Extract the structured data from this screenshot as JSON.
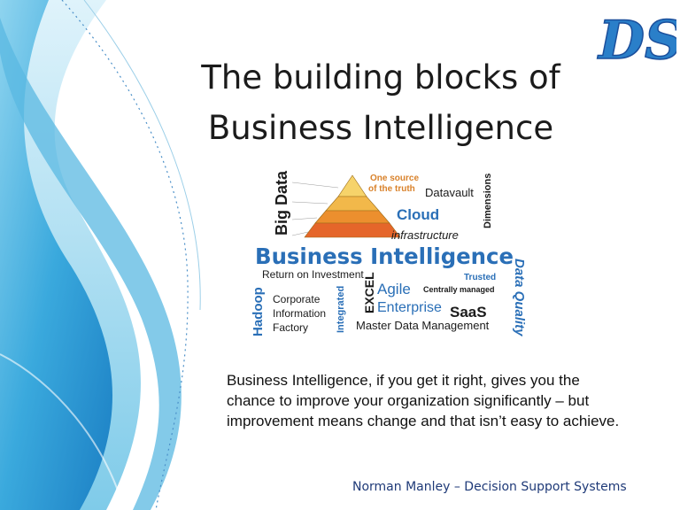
{
  "slide": {
    "title_line1": "The building blocks of",
    "title_line2": "Business Intelligence",
    "logo_text": "DS",
    "body_lines": [
      "Business Intelligence, if you get it right, gives you the",
      "chance to improve your organization significantly – but",
      "improvement means change and that isn’t easy to achieve."
    ],
    "footer": "Norman Manley – Decision Support Systems"
  },
  "word_cloud": {
    "main": "Business Intelligence",
    "big_data": "Big Data",
    "one_source_1": "One source",
    "one_source_2": "of the truth",
    "datavault": "Datavault",
    "dimensions": "Dimensions",
    "cloud": "Cloud",
    "infrastructure": "infrastructure",
    "return_on_investment": "Return on Investment",
    "trusted": "Trusted",
    "data_quality": "Data Quality",
    "hadoop": "Hadoop",
    "corporate": "Corporate",
    "information": "Information",
    "factory": "Factory",
    "integrated": "Integrated",
    "excel": "EXCEL",
    "agile": "Agile",
    "enterprise": "Enterprise",
    "centrally_managed": "Centrally managed",
    "saas": "SaaS",
    "master_data": "Master Data Management"
  },
  "colors": {
    "primary_blue": "#2a6fb7",
    "dark_blue": "#1f3a78",
    "orange": "#d9822b",
    "text": "#111111"
  }
}
